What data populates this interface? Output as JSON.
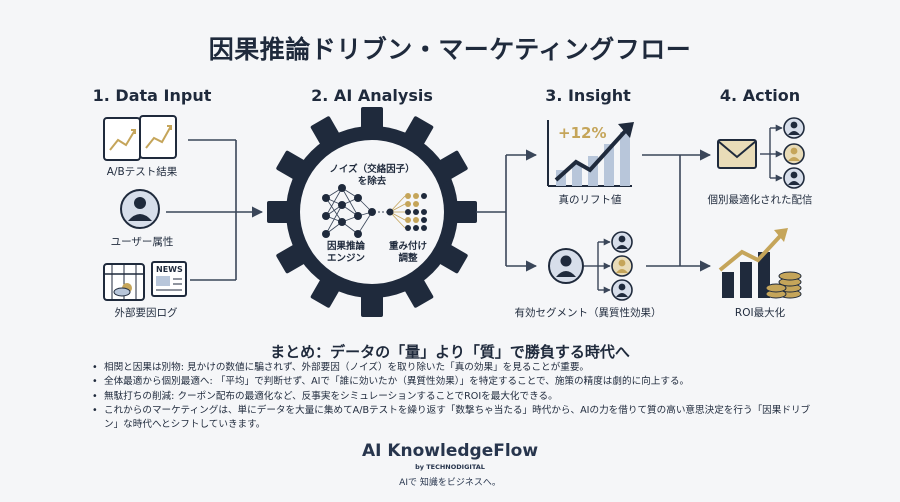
{
  "title": "因果推論ドリブン・マーケティングフロー",
  "stages": [
    {
      "heading": "1. Data Input"
    },
    {
      "heading": "2. AI Analysis"
    },
    {
      "heading": "3. Insight"
    },
    {
      "heading": "4. Action"
    }
  ],
  "inputs": {
    "ab_test": "A/Bテスト結果",
    "user_attr": "ユーザー属性",
    "external": "外部要因ログ",
    "news_sign": "NEWS"
  },
  "analysis": {
    "noise": "ノイズ（交絡因子）を除去",
    "engine": "因果推論エンジン",
    "weighting": "重み付け調整"
  },
  "insight": {
    "lift_value": "+12%",
    "true_lift": "真のリフト値",
    "segment": "有効セグメント（異質性効果）"
  },
  "action": {
    "delivery": "個別最適化された配信",
    "roi": "ROI最大化"
  },
  "summary": {
    "heading": "まとめ：データの「量」より「質」で勝負する時代へ",
    "bullets": [
      "相関と因果は別物: 見かけの数値に騙されず、外部要因（ノイズ）を取り除いた「真の効果」を見ることが重要。",
      "全体最適から個別最適へ: 「平均」で判断せず、AIで「誰に効いたか（異質性効果）」を特定することで、施策の精度は劇的に向上する。",
      "無駄打ちの削減: クーポン配布の最適化など、反事実をシミュレーションすることでROIを最大化できる。",
      "これからのマーケティングは、単にデータを大量に集めてA/Bテストを繰り返す「数撃ちゃ当たる」時代から、AIの力を借りて質の高い意思決定を行う「因果ドリブン」な時代へとシフトしていきます。"
    ]
  },
  "footer": {
    "brand": "AI KnowledgeFlow",
    "by": "by TECHNODIGITAL",
    "tagline": "AIで 知識をビジネスへ。"
  },
  "colors": {
    "navy": "#1f2a3c",
    "gold": "#c5a55a",
    "blue_light": "#b8c6da",
    "gray_line": "#3a4659"
  }
}
